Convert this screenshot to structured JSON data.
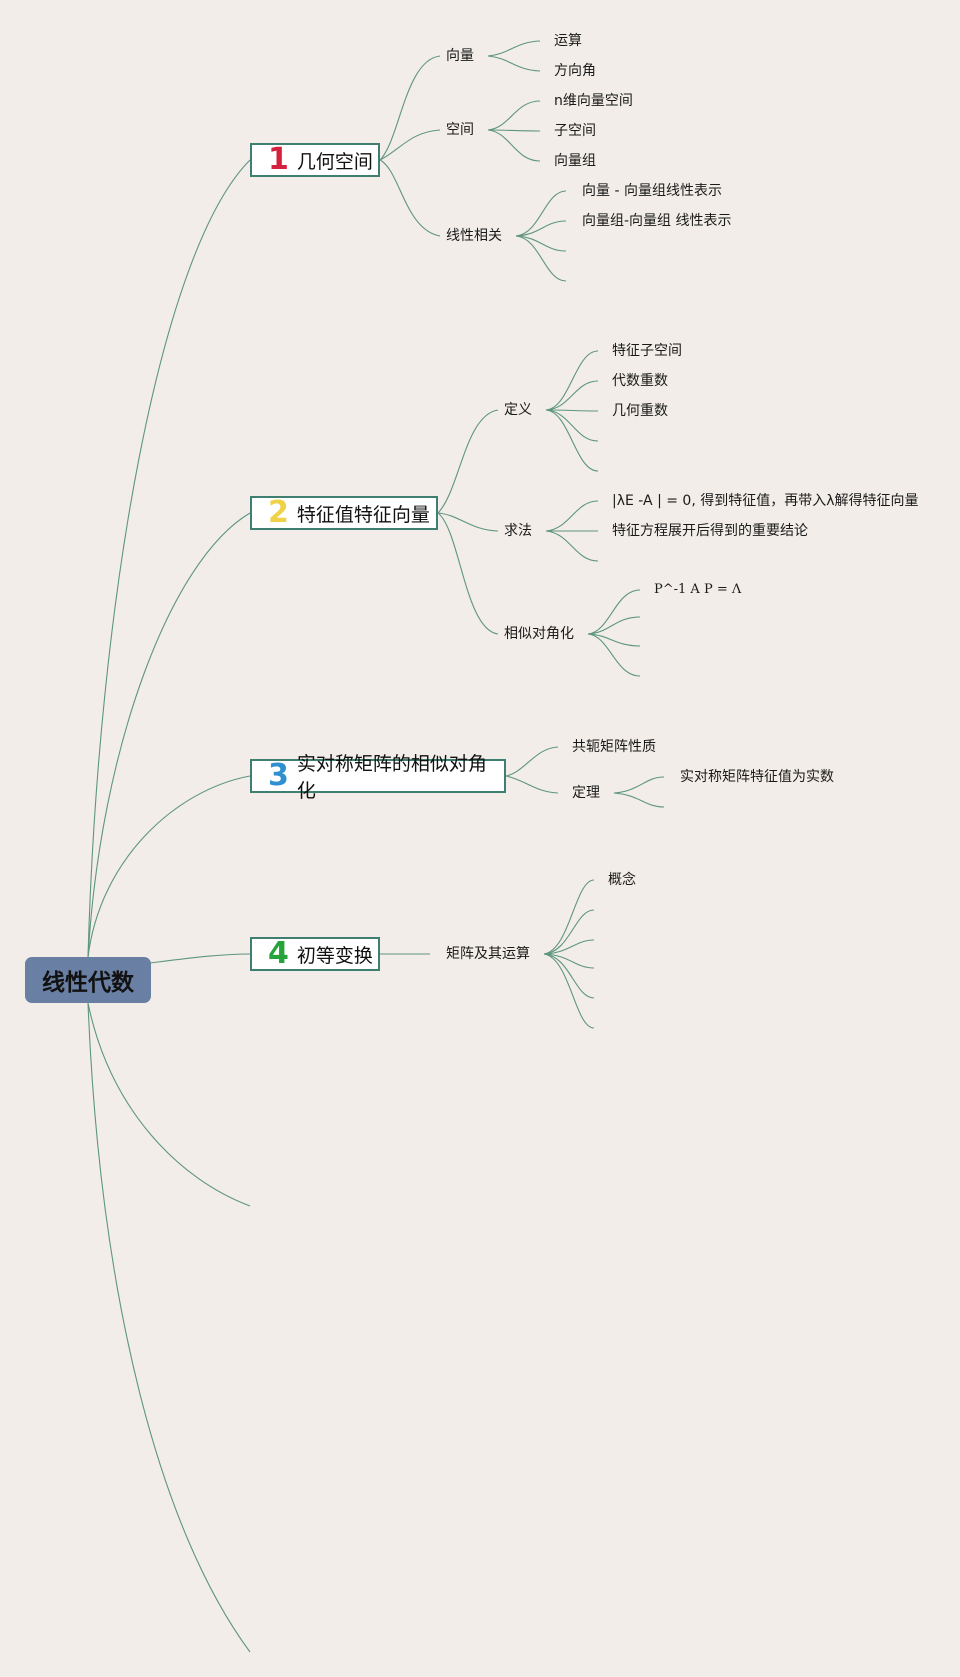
{
  "root": {
    "label": "线性代数"
  },
  "topics": [
    {
      "number": "1",
      "number_color": "#d4213d",
      "label": "几何空间",
      "branches": [
        {
          "label": "向量",
          "children": [
            "运算",
            "方向角"
          ]
        },
        {
          "label": "空间",
          "children": [
            "n维向量空间",
            "子空间",
            "向量组"
          ]
        },
        {
          "label": "线性相关",
          "children": [
            "向量 - 向量组线性表示",
            "向量组-向量组 线性表示",
            "",
            ""
          ]
        }
      ]
    },
    {
      "number": "2",
      "number_color": "#f0d24a",
      "label": "特征值特征向量",
      "branches": [
        {
          "label": "定义",
          "children": [
            "特征子空间",
            "代数重数",
            "几何重数",
            "",
            ""
          ]
        },
        {
          "label": "求法",
          "children": [
            "|λE -A | = 0, 得到特征值，再带入λ解得特征向量",
            "特征方程展开后得到的重要结论",
            ""
          ]
        },
        {
          "label": "相似对角化",
          "children": [
            "P^-1 A P =  Λ",
            "",
            "",
            ""
          ]
        }
      ]
    },
    {
      "number": "3",
      "number_color": "#2f8fd0",
      "label": "实对称矩阵的相似对角化",
      "branches": [
        {
          "label": "共轭矩阵性质",
          "children": []
        },
        {
          "label": "定理",
          "children": [
            "实对称矩阵特征值为实数",
            ""
          ]
        }
      ]
    },
    {
      "number": "4",
      "number_color": "#27a33b",
      "label": "初等变换",
      "branches": [
        {
          "label": "矩阵及其运算",
          "children": [
            "概念",
            "",
            "",
            "",
            "",
            ""
          ]
        }
      ]
    }
  ],
  "colors": {
    "background": "#f2ede8",
    "root_fill": "#6a7fa4",
    "topic_border": "#3f7f72",
    "link": "#5e9580"
  }
}
